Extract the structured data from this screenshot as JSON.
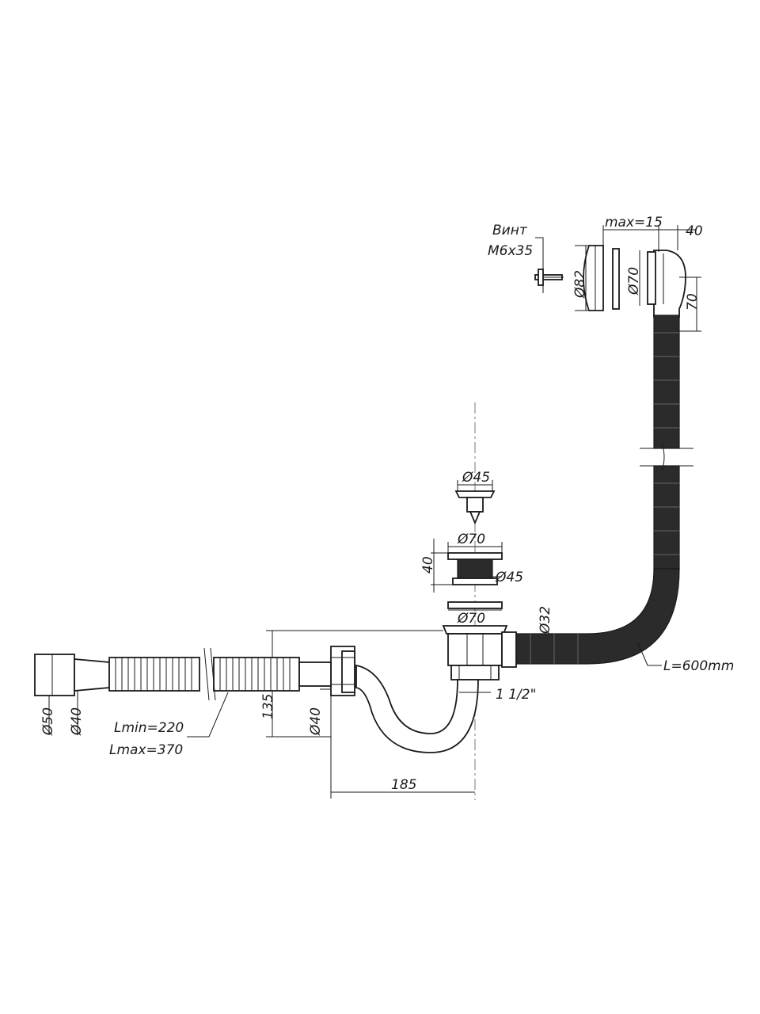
{
  "overflow_screw": {
    "name": "Винт",
    "size": "M6x35"
  },
  "overflow_dims": {
    "max_gap": "max=15",
    "depth": "40",
    "outer_diameter": "Ø82",
    "cover_diameter": "Ø70",
    "height": "70"
  },
  "plug_dims": {
    "plug_diameter": "Ø45"
  },
  "drain_dims": {
    "flange_diameter": "Ø70",
    "height": "40",
    "inner_diameter": "Ø45",
    "gasket_diameter": "Ø70"
  },
  "hose": {
    "diameter": "Ø32",
    "length": "L=600mm"
  },
  "corrugated_pipe": {
    "outer_diameter": "Ø50",
    "inner_diameter": "Ø40",
    "length_min": "Lmin=220",
    "length_max": "Lmax=370"
  },
  "trap": {
    "thread": "1 1/2\"",
    "outlet_diameter": "Ø40",
    "height": "135",
    "width": "185"
  },
  "colors": {
    "line": "#1a1a1a",
    "hose_fill": "#2b2b2b",
    "axis": "#777777"
  }
}
